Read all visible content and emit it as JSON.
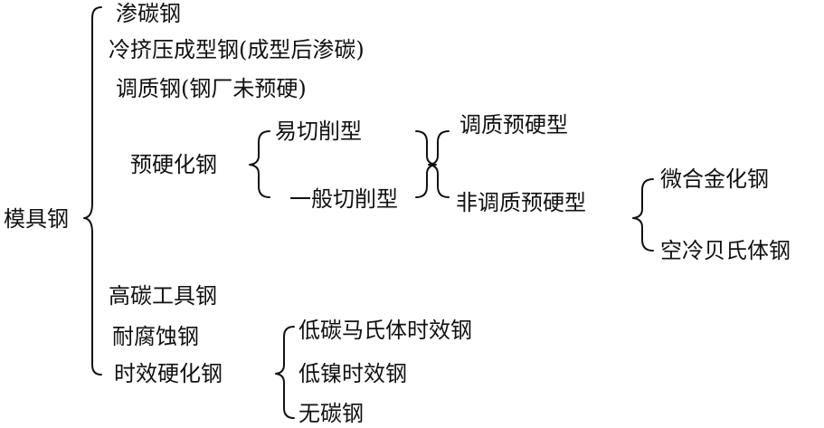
{
  "root": {
    "label": "模具钢"
  },
  "categories": {
    "carburizing": "渗碳钢",
    "cold_extrusion": "冷挤压成型钢(成型后渗碳)",
    "quenched_tempered": "调质钢(钢厂未预硬)",
    "prehardened": {
      "label": "预硬化钢",
      "easy_cutting": "易切削型",
      "general_cutting": "一般切削型",
      "qt_prehardened": "调质预硬型",
      "non_qt_prehardened": {
        "label": "非调质预硬型",
        "microalloyed": "微合金化钢",
        "air_cooled_bainitic": "空冷贝氏体钢"
      }
    },
    "high_carbon_tool": "高碳工具钢",
    "corrosion_resistant": "耐腐蚀钢",
    "age_hardening": {
      "label": "时效硬化钢",
      "low_carbon_martensitic": "低碳马氏体时效钢",
      "low_nickel": "低镍时效钢",
      "carbon_free": "无碳钢"
    }
  }
}
